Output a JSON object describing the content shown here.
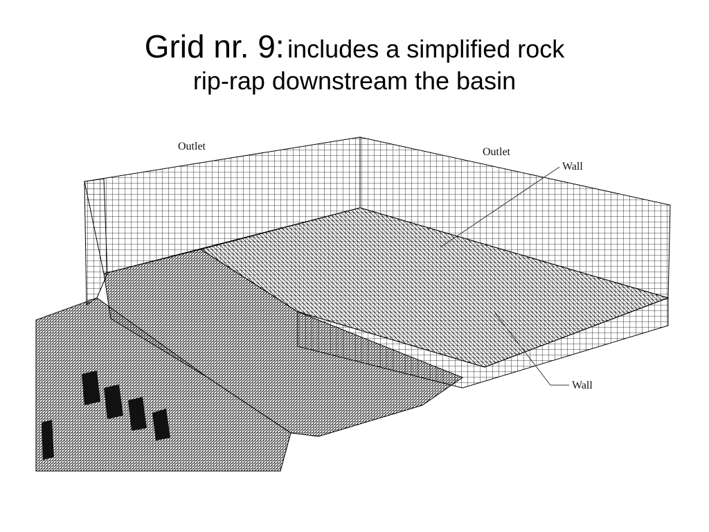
{
  "slide": {
    "title_prefix": "Grid nr. 9:",
    "title_rest_line1": "includes a simplified rock",
    "title_line2": "rip-rap downstream the basin"
  },
  "figure": {
    "labels": {
      "outlet_left": "Outlet",
      "outlet_right": "Outlet",
      "wall_top": "Wall",
      "wall_bottom": "Wall"
    }
  },
  "colors": {
    "background": "#ffffff",
    "mesh": "#000000"
  }
}
